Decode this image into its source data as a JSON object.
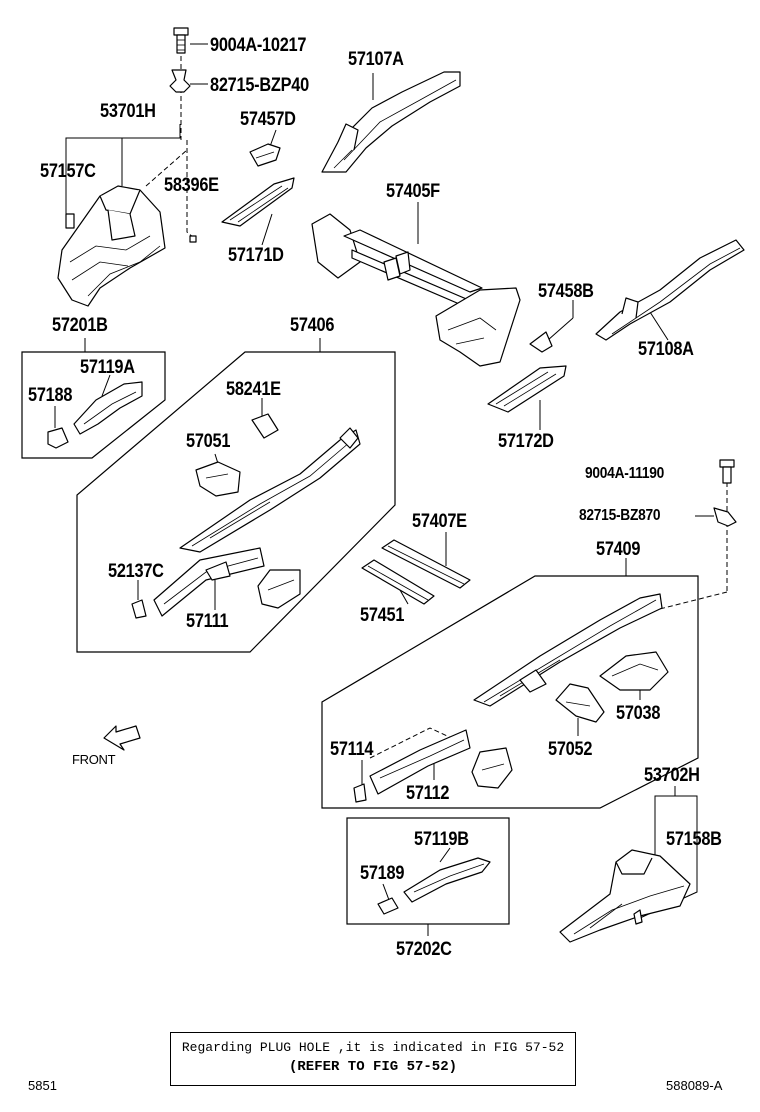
{
  "labels": {
    "l_9004a_10217": "9004A-10217",
    "l_82715_bzp40": "82715-BZP40",
    "l_57107a": "57107A",
    "l_53701h": "53701H",
    "l_57457d": "57457D",
    "l_57157c": "57157C",
    "l_58396e": "58396E",
    "l_57405f": "57405F",
    "l_57171d": "57171D",
    "l_57201b": "57201B",
    "l_57406": "57406",
    "l_57458b": "57458B",
    "l_57119a": "57119A",
    "l_57108a": "57108A",
    "l_57188": "57188",
    "l_58241e": "58241E",
    "l_57172d": "57172D",
    "l_57051": "57051",
    "l_9004a_11190": "9004A-11190",
    "l_82715_bz870": "82715-BZ870",
    "l_57407e": "57407E",
    "l_52137c": "52137C",
    "l_57409": "57409",
    "l_57451": "57451",
    "l_57111": "57111",
    "l_57038": "57038",
    "l_front": "FRONT",
    "l_57114": "57114",
    "l_57052": "57052",
    "l_57112": "57112",
    "l_53702h": "53702H",
    "l_57119b": "57119B",
    "l_57158b": "57158B",
    "l_57189": "57189",
    "l_57202c": "57202C"
  },
  "note": {
    "line1": "Regarding PLUG HOLE ,it is indicated in FIG 57-52",
    "line2": "(REFER TO FIG 57-52)"
  },
  "footer": {
    "left": "5851",
    "right": "588089-A"
  }
}
